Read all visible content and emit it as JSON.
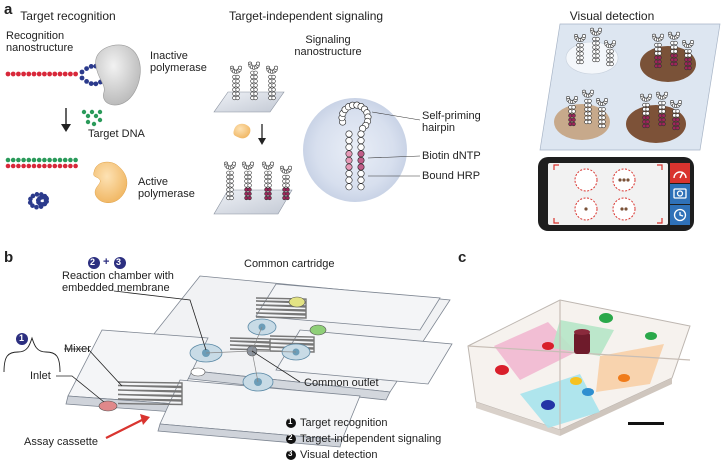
{
  "panel_a": {
    "letter": "a",
    "titles": {
      "target_recognition": "Target recognition",
      "target_independent": "Target-independent signaling",
      "visual_detection": "Visual detection"
    },
    "labels": {
      "recognition_nanostructure": [
        "Recognition",
        "nanostructure"
      ],
      "inactive_polymerase": [
        "Inactive",
        "polymerase"
      ],
      "target_dna": "Target DNA",
      "active_polymerase": [
        "Active",
        "polymerase"
      ],
      "signaling_nanostructure": [
        "Signaling",
        "nanostructure"
      ],
      "self_priming_hairpin": [
        "Self-priming",
        "hairpin"
      ],
      "biotin_dntp": "Biotin dNTP",
      "bound_hrp": "Bound HRP"
    }
  },
  "panel_b": {
    "letter": "b",
    "badges": {
      "top_left": "2",
      "top_plus": "+",
      "top_right": "3",
      "left": "1"
    },
    "labels": {
      "reaction_chamber": [
        "Reaction chamber with",
        "embedded membrane"
      ],
      "common_cartridge": "Common cartridge",
      "mixer": "Mixer",
      "inlet": "Inlet",
      "common_outlet": "Common outlet",
      "assay_cassette": "Assay cassette"
    },
    "legend": [
      {
        "num": "1",
        "text": "Target recognition"
      },
      {
        "num": "2",
        "text": "Target-independent signaling"
      },
      {
        "num": "3",
        "text": "Visual detection"
      }
    ]
  },
  "panel_c": {
    "letter": "c"
  },
  "colors": {
    "red_strand": "#d8283a",
    "blue_strand": "#2b3a8c",
    "green_strand": "#2a9a5a",
    "polymerase_inactive": "#c8c8c8",
    "polymerase_active": "#f4c47a",
    "spot_brown": "#7a5238",
    "spot_tan": "#c7a98b",
    "phone_red": "#d9342f",
    "phone_blue": "#2f71b8",
    "badge_blue": "#2c2f80"
  },
  "icons": [
    "speedometer-icon",
    "camera-icon",
    "clock-icon",
    "red-arrow-icon"
  ]
}
